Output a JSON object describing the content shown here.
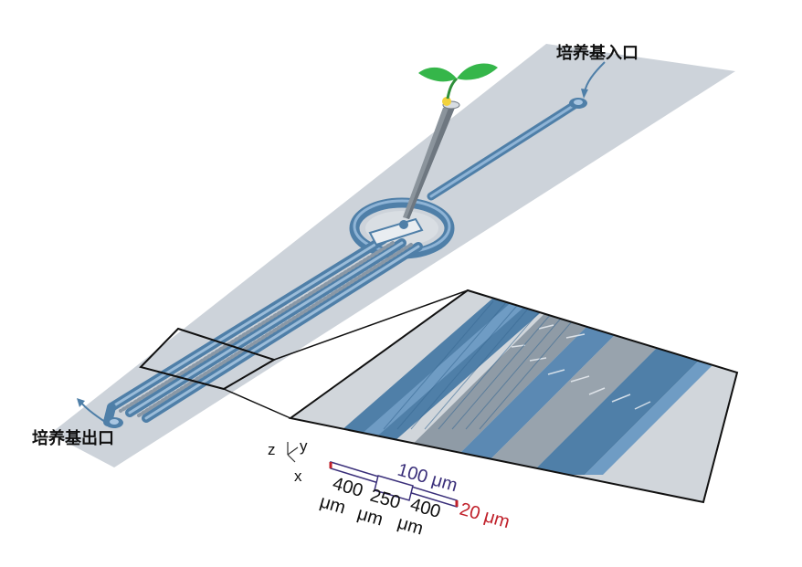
{
  "labels": {
    "inlet": "培养基入口",
    "outlet": "培养基出口"
  },
  "axes": {
    "z": "z",
    "y": "y",
    "x": "x"
  },
  "dimensions": {
    "width_1": "400",
    "width_2": "250",
    "width_3": "400",
    "unit": "μm",
    "channel_width": "100 μm",
    "channel_depth": "20 μm"
  },
  "colors": {
    "chip": "#cdd3da",
    "channel": "#4f7fa8",
    "channel_light": "#8fb4d6",
    "depth_label": "#c0202a",
    "width_label": "#3a2f7a",
    "leaf": "#35b64a"
  },
  "icons": {
    "seedling": "seedling-icon",
    "inlet_arrow": "curved-arrow-icon",
    "outlet_arrow": "curved-arrow-icon"
  }
}
